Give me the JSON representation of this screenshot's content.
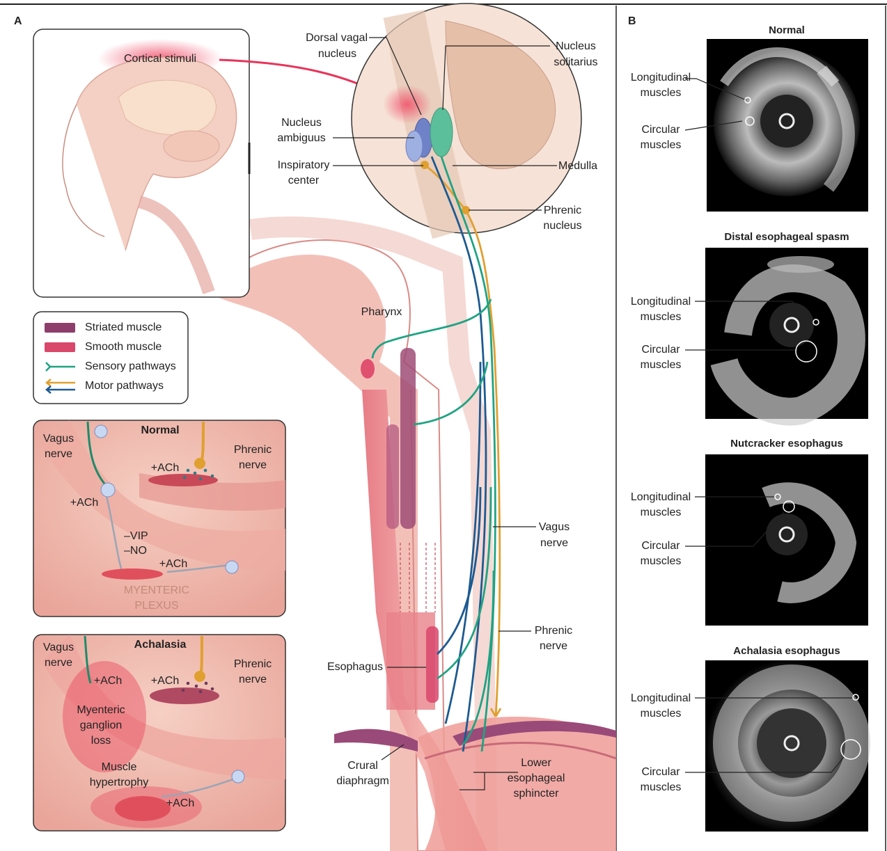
{
  "panel_a": {
    "letter": "A",
    "cortical_stimuli": "Cortical stimuli",
    "brainstem": {
      "dorsal_vagal_nucleus": [
        "Dorsal vagal",
        "nucleus"
      ],
      "nucleus_solitarius": [
        "Nucleus",
        "solitarius"
      ],
      "nucleus_ambiguus": [
        "Nucleus",
        "ambiguus"
      ],
      "inspiratory_center": [
        "Inspiratory",
        "center"
      ],
      "medulla": "Medulla",
      "phrenic_nucleus": [
        "Phrenic",
        "nucleus"
      ]
    },
    "pharynx": "Pharynx",
    "legend": [
      {
        "label": "Striated muscle",
        "color": "#8e3e6b"
      },
      {
        "label": "Smooth muscle",
        "color": "#d9476a"
      },
      {
        "label": "Sensory pathways",
        "color": "#1fa383"
      },
      {
        "label": "Motor pathways",
        "color": "#e0a030",
        "color2": "#1d5a91"
      }
    ],
    "normal_inset": {
      "title": "Normal",
      "vagus_nerve": [
        "Vagus",
        "nerve"
      ],
      "phrenic_nerve": [
        "Phrenic",
        "nerve"
      ],
      "ach_1": "+ACh",
      "ach_2": "+ACh",
      "ach_3": "+ACh",
      "vip": "–VIP",
      "no": "–NO",
      "myenteric_plexus": [
        "MYENTERIC",
        "PLEXUS"
      ]
    },
    "achalasia_inset": {
      "title": "Achalasia",
      "vagus_nerve": [
        "Vagus",
        "nerve"
      ],
      "phrenic_nerve": [
        "Phrenic",
        "nerve"
      ],
      "ach_1": "+ACh",
      "ach_2": "+ACh",
      "ach_3": "+ACh",
      "ganglion_loss": [
        "Myenteric",
        "ganglion",
        "loss"
      ],
      "hypertrophy": [
        "Muscle",
        "hypertrophy"
      ]
    },
    "vagus_nerve": [
      "Vagus",
      "nerve"
    ],
    "phrenic_nerve": [
      "Phrenic",
      "nerve"
    ],
    "esophagus": "Esophagus",
    "crural_diaphragm": [
      "Crural",
      "diaphragm"
    ],
    "les": [
      "Lower",
      "esophageal",
      "sphincter"
    ],
    "colors": {
      "sensory": "#1fa383",
      "motor_phrenic": "#e0a030",
      "motor_vagal": "#1d5a91",
      "cortical": "#e8345a"
    }
  },
  "panel_b": {
    "letter": "B",
    "panels": [
      {
        "title": "Normal",
        "longitudinal": [
          "Longitudinal",
          "muscles"
        ],
        "circular": [
          "Circular",
          "muscles"
        ]
      },
      {
        "title": "Distal esophageal spasm",
        "longitudinal": [
          "Longitudinal",
          "muscles"
        ],
        "circular": [
          "Circular",
          "muscles"
        ]
      },
      {
        "title": "Nutcracker esophagus",
        "longitudinal": [
          "Longitudinal",
          "muscles"
        ],
        "circular": [
          "Circular",
          "muscles"
        ]
      },
      {
        "title": "Achalasia esophagus",
        "longitudinal": [
          "Longitudinal",
          "muscles"
        ],
        "circular": [
          "Circular",
          "muscles"
        ]
      }
    ]
  }
}
